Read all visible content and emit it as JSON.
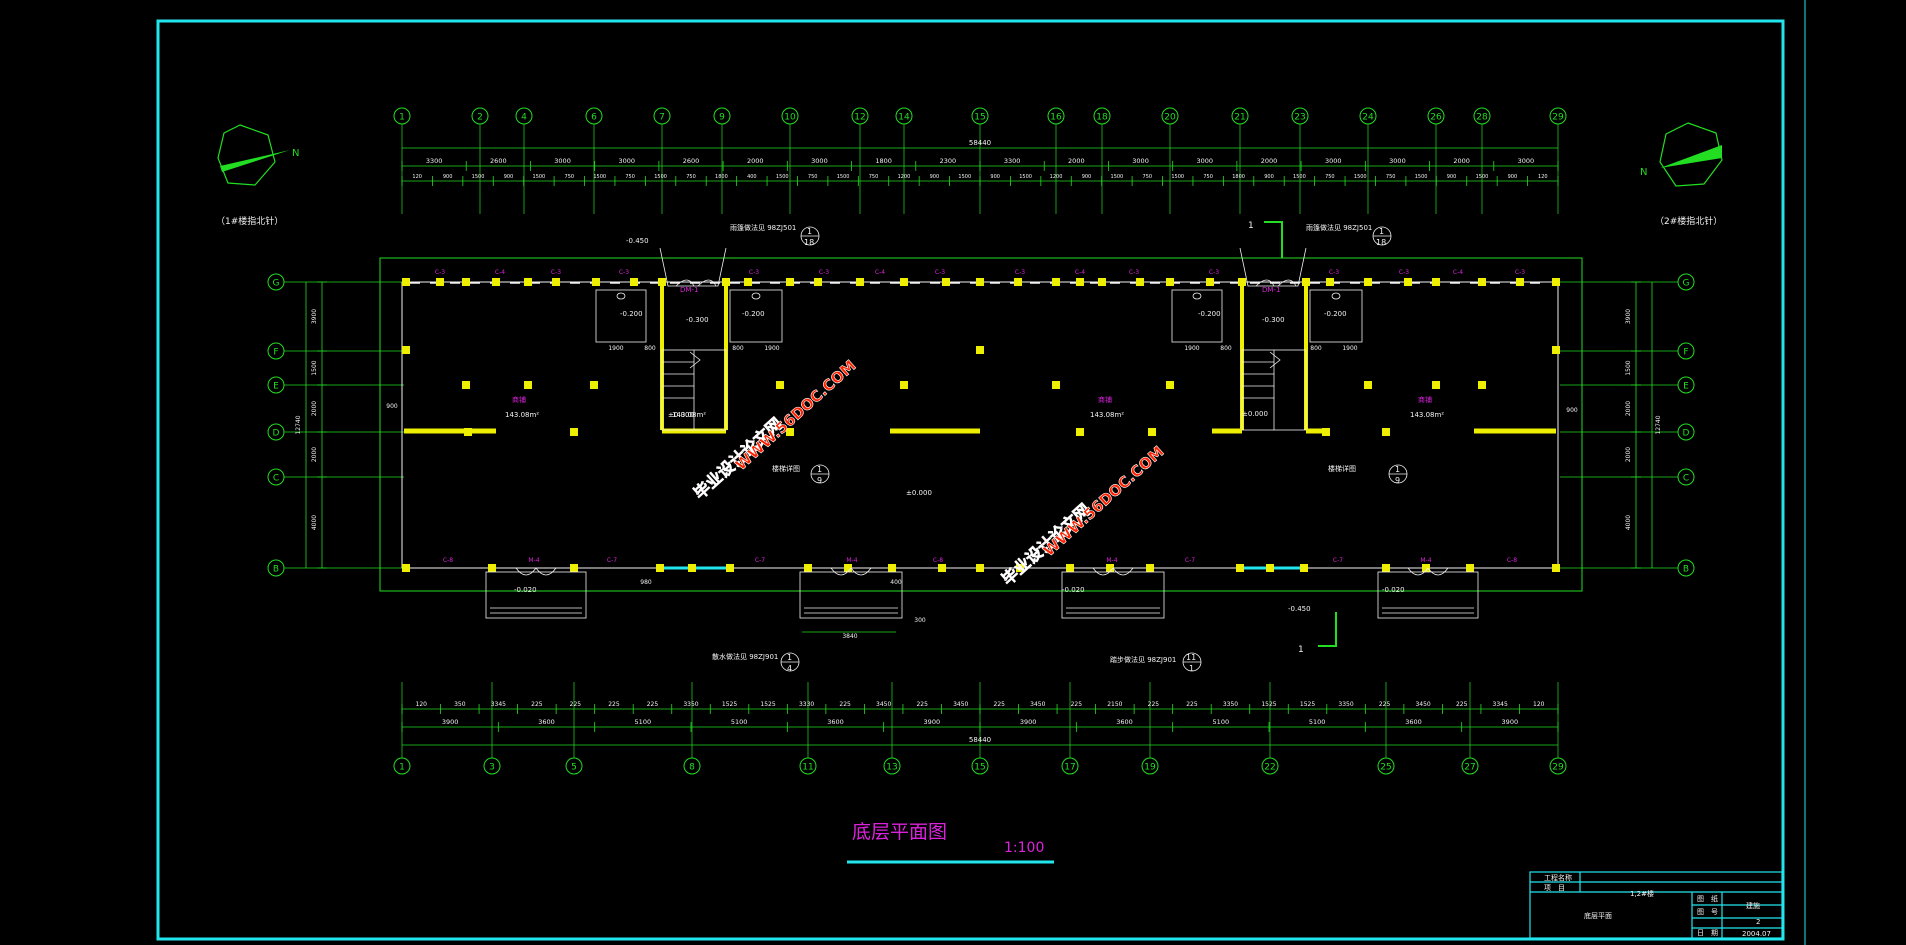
{
  "colors": {
    "background": "#000000",
    "frame": "#22e6ee",
    "grid": "#22dd22",
    "wall": "#eeee00",
    "room": "#dd22dd",
    "dim_text": "#f2f2f2",
    "watermark": "#ff2200",
    "watermark_stroke": "#ffffff"
  },
  "drawing": {
    "title": "底层平面图",
    "scale": "1:100",
    "north_left_label": "（1#楼指北针）",
    "north_right_label": "（2#楼指北针）",
    "north_letter": "N"
  },
  "axes": {
    "top": [
      "1",
      "2",
      "4",
      "6",
      "7",
      "9",
      "10",
      "12",
      "14",
      "15",
      "16",
      "18",
      "20",
      "21",
      "23",
      "24",
      "26",
      "28",
      "29"
    ],
    "bottom": [
      "1",
      "3",
      "5",
      "8",
      "11",
      "13",
      "15",
      "17",
      "19",
      "22",
      "25",
      "27",
      "29"
    ],
    "left": [
      "G",
      "F",
      "E",
      "D",
      "C",
      "B"
    ],
    "right": [
      "G",
      "F",
      "E",
      "D",
      "C",
      "B"
    ]
  },
  "dims": {
    "top_total": "58440",
    "top_row1": [
      "3300",
      "2600",
      "3000",
      "3000",
      "2600",
      "2000",
      "3000",
      "1800",
      "2300",
      "3300",
      "2000",
      "3000",
      "3000",
      "2000",
      "3000",
      "3000",
      "2000",
      "3000"
    ],
    "top_row2": [
      "120",
      "900",
      "1500",
      "900",
      "1500",
      "750",
      "1500",
      "750",
      "1500",
      "750",
      "1800",
      "400",
      "1500",
      "750",
      "1500",
      "750",
      "1200",
      "900",
      "1500",
      "900",
      "1500",
      "1200",
      "900",
      "1500",
      "750",
      "1500",
      "750",
      "1800",
      "900",
      "1500",
      "750",
      "1500",
      "750",
      "1500",
      "900",
      "1500",
      "900",
      "120"
    ],
    "bottom_row1": [
      "120",
      "350",
      "3345",
      "225",
      "225",
      "225",
      "225",
      "3350",
      "1525",
      "1525",
      "3330",
      "225",
      "3450",
      "225",
      "3450",
      "225",
      "3450",
      "225",
      "2150",
      "225",
      "225",
      "3350",
      "1525",
      "1525",
      "3350",
      "225",
      "3450",
      "225",
      "3345",
      "120"
    ],
    "bottom_row2": [
      "3900",
      "3600",
      "5100",
      "5100",
      "3600",
      "3900",
      "3900",
      "3600",
      "5100",
      "5100",
      "3600",
      "3900"
    ],
    "bottom_total": "58440",
    "left_dims": [
      "3900",
      "1500",
      "2000",
      "2000",
      "4000"
    ],
    "left_total": "12740",
    "right_dims": [
      "3900",
      "1500",
      "2000",
      "2000",
      "4000"
    ],
    "right_total": "12740",
    "side_900": "900",
    "dim_3840": "3840",
    "dim_1900": "1900",
    "dim_800": "800",
    "dim_300": "300",
    "dim_980": "980",
    "dim_400": "400"
  },
  "labels": {
    "elev_neg450": "-0.450",
    "elev_neg020": "-0.020",
    "elev_neg300": "-0.300",
    "elev_neg200": "-0.200",
    "elev_zero": "±0.000",
    "room_name": "商铺",
    "room_area_a": "143.08m²",
    "room_area_b": "143.08m²",
    "door_dm1": "DM-1",
    "door_m4": "M-4",
    "win_c3": "C-3",
    "win_c4": "C-4",
    "win_c7": "C-7",
    "win_c8": "C-8",
    "note_top_left": "雨篷做法见 98ZJ501",
    "note_top_right": "雨篷做法见 98ZJ501",
    "note_bottom_left": "散水做法见 98ZJ901",
    "note_bottom_right": "踏步做法见 98ZJ901",
    "note_stair": "楼梯详图",
    "section_mark": "1",
    "detail_18": "18",
    "detail_4": "4",
    "detail_11": "11",
    "detail_9": "9"
  },
  "watermarks": [
    {
      "line1": "毕业设计论文网",
      "line2": "WWW.56DOC.COM"
    },
    {
      "line1": "毕业设计论文网",
      "line2": "WWW.56DOC.COM"
    }
  ],
  "title_block": {
    "project_label": "工程名称",
    "item_label": "项　目",
    "item_value": "1,2#楼",
    "drawing_name": "底层平面",
    "r1_label": "图　纸",
    "r1_value": "建施",
    "r2_label": "图　号",
    "r2_value": "2",
    "r3_label": "日　期",
    "r3_value": "2004.07"
  }
}
